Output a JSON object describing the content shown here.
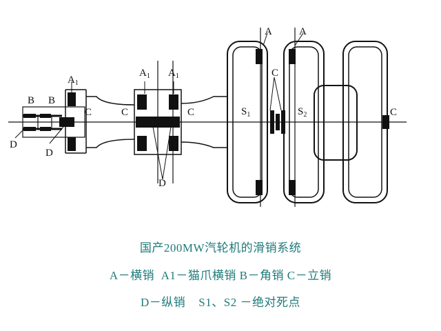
{
  "diagram": {
    "labels": {
      "A": "A",
      "A1": "A",
      "A1_sub": "1",
      "B": "B",
      "C": "C",
      "D": "D",
      "S1": "S",
      "S1_sub": "1",
      "S2": "S",
      "S2_sub": "2"
    }
  },
  "caption": {
    "line1": "国产200MW汽轮机的滑销系统",
    "line2": "A－横销  A1－猫爪横销 B－角销 C－立销",
    "line3": "D－纵销    S1、S2 －绝对死点"
  }
}
